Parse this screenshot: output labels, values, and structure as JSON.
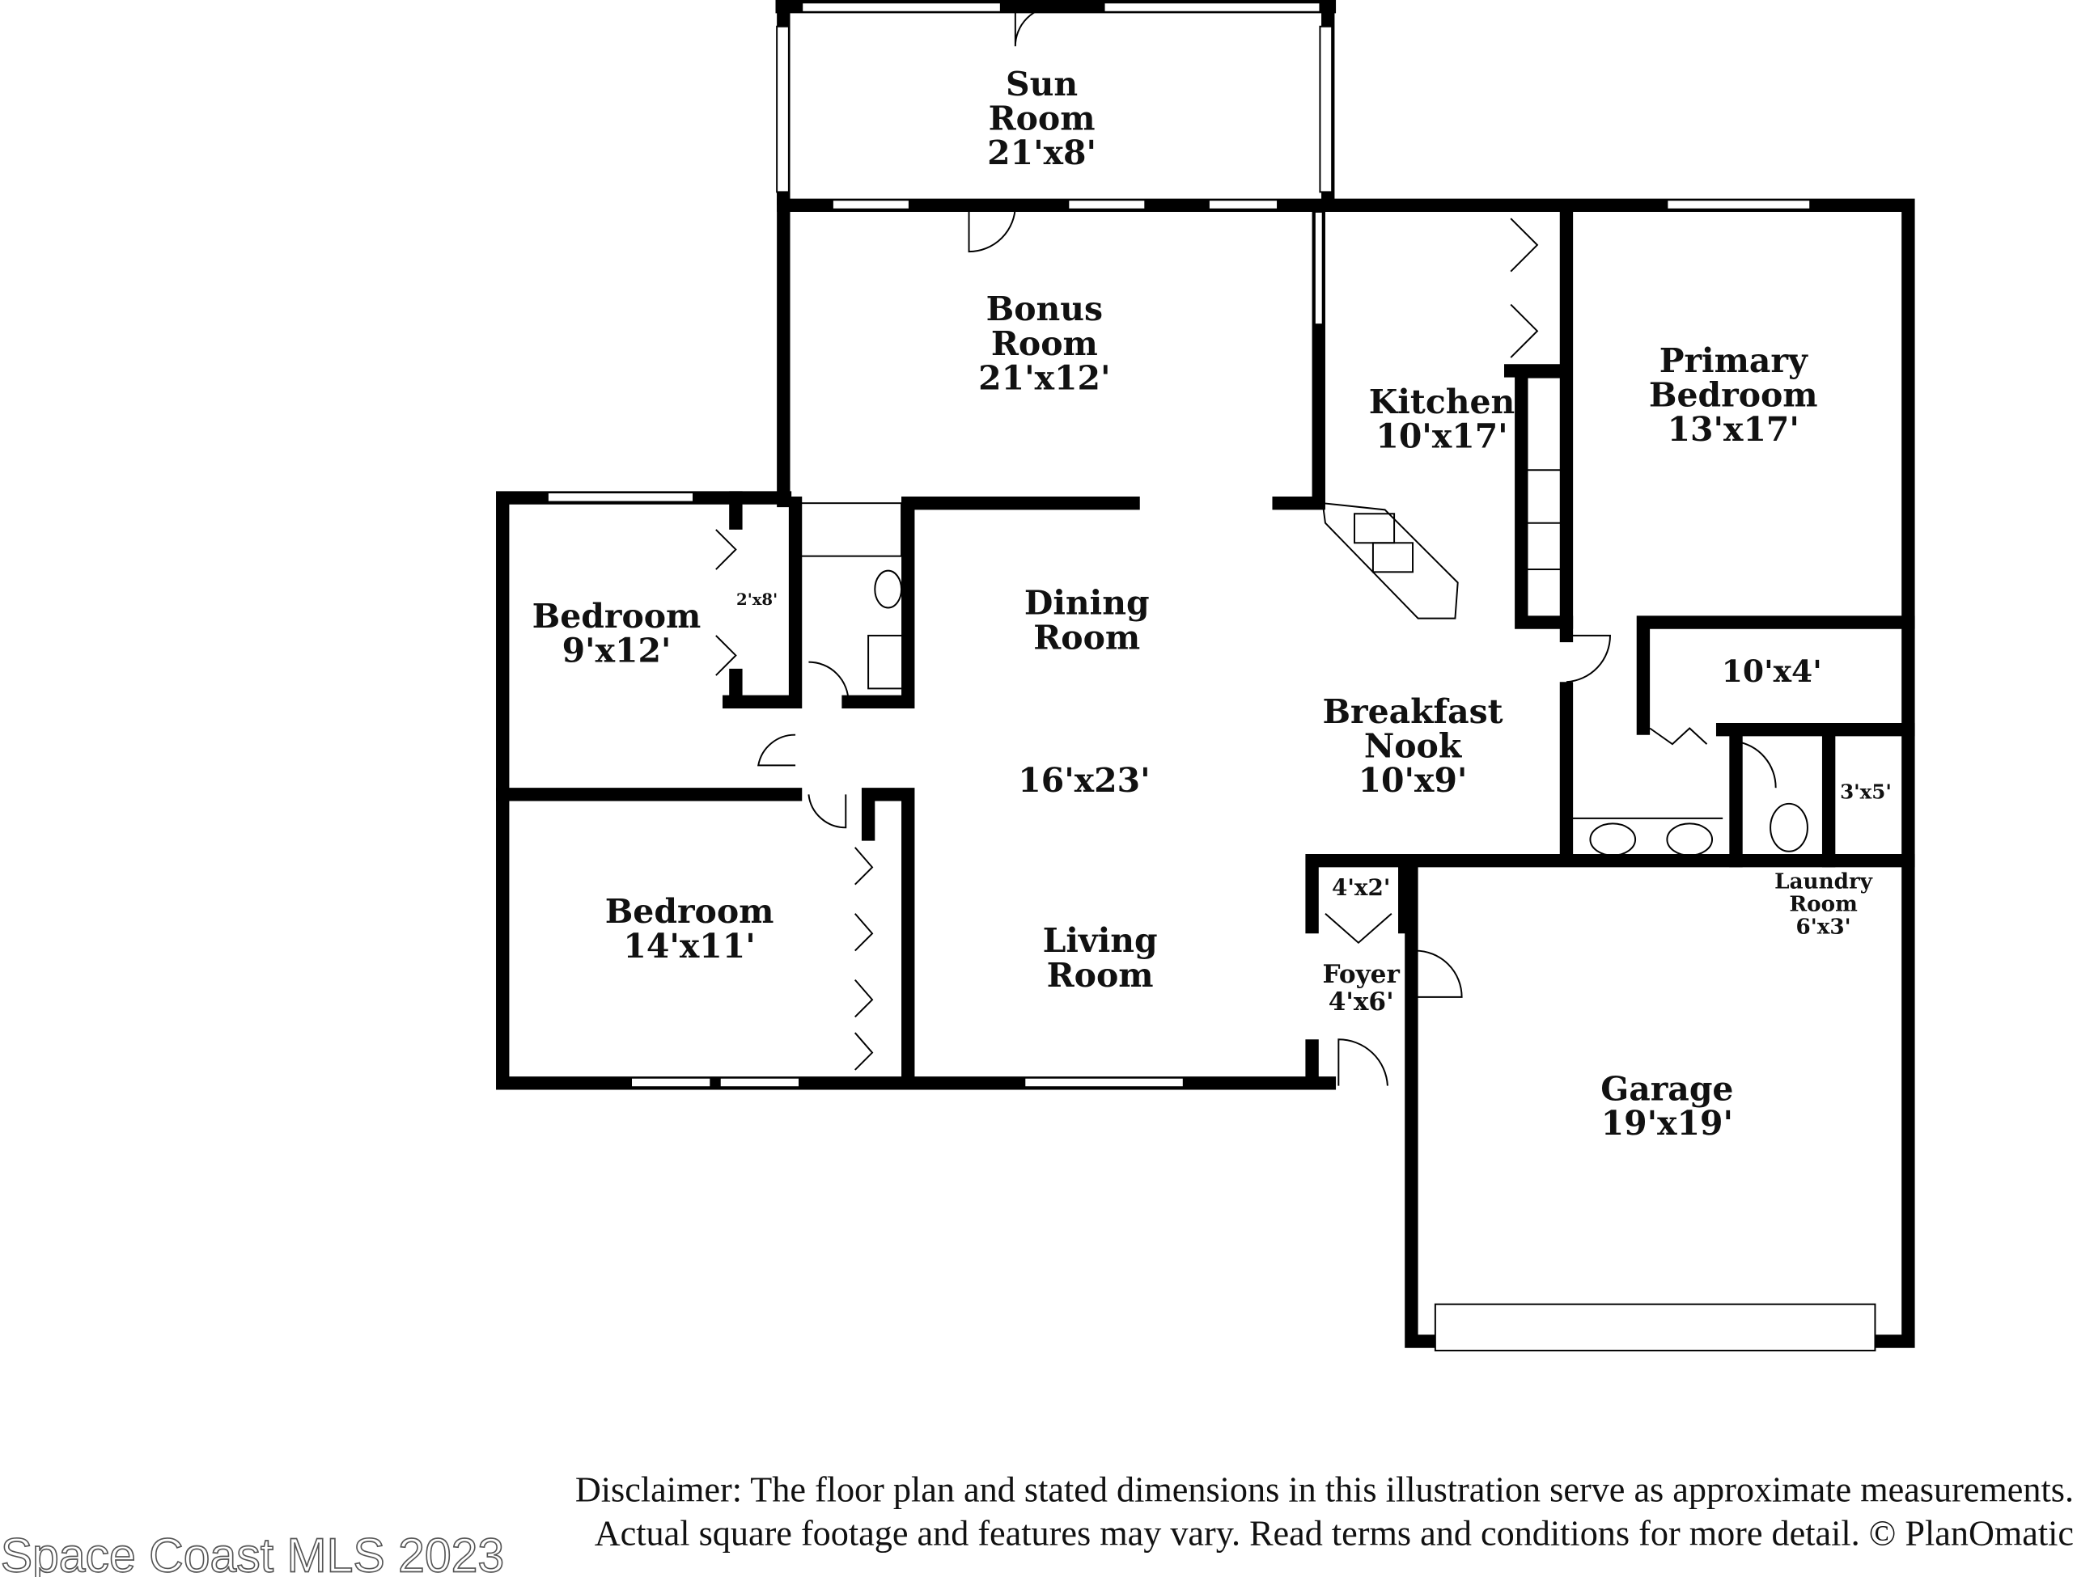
{
  "rooms": {
    "sun_room": {
      "name1": "Sun",
      "name2": "Room",
      "dims": "21'x8'"
    },
    "bonus_room": {
      "name1": "Bonus",
      "name2": "Room",
      "dims": "21'x12'"
    },
    "kitchen": {
      "name": "Kitchen",
      "dims": "10'x17'"
    },
    "primary_bedroom": {
      "name1": "Primary",
      "name2": "Bedroom",
      "dims": "13'x17'"
    },
    "bedroom_small": {
      "name": "Bedroom",
      "dims": "9'x12'"
    },
    "closet_small": {
      "dims": "2'x8'"
    },
    "dining_room": {
      "name1": "Dining",
      "name2": "Room"
    },
    "living_dims": {
      "dims": "16'x23'"
    },
    "breakfast_nook": {
      "name1": "Breakfast",
      "name2": "Nook",
      "dims": "10'x9'"
    },
    "primary_closet": {
      "dims": "10'x4'"
    },
    "wc": {
      "dims": "3'x5'"
    },
    "bedroom_large": {
      "name": "Bedroom",
      "dims": "14'x11'"
    },
    "living_room": {
      "name1": "Living",
      "name2": "Room"
    },
    "foyer_closet": {
      "dims": "4'x2'"
    },
    "foyer": {
      "name": "Foyer",
      "dims": "4'x6'"
    },
    "laundry_room": {
      "name1": "Laundry",
      "name2": "Room",
      "dims": "6'x3'"
    },
    "garage": {
      "name": "Garage",
      "dims": "19'x19'"
    }
  },
  "disclaimer": {
    "line1": "Disclaimer: The floor plan and stated dimensions in this illustration serve as approximate measurements.",
    "line2": "Actual square footage and features may vary. Read terms and conditions for more detail. © PlanOmatic"
  },
  "watermark": "Space Coast MLS 2023"
}
